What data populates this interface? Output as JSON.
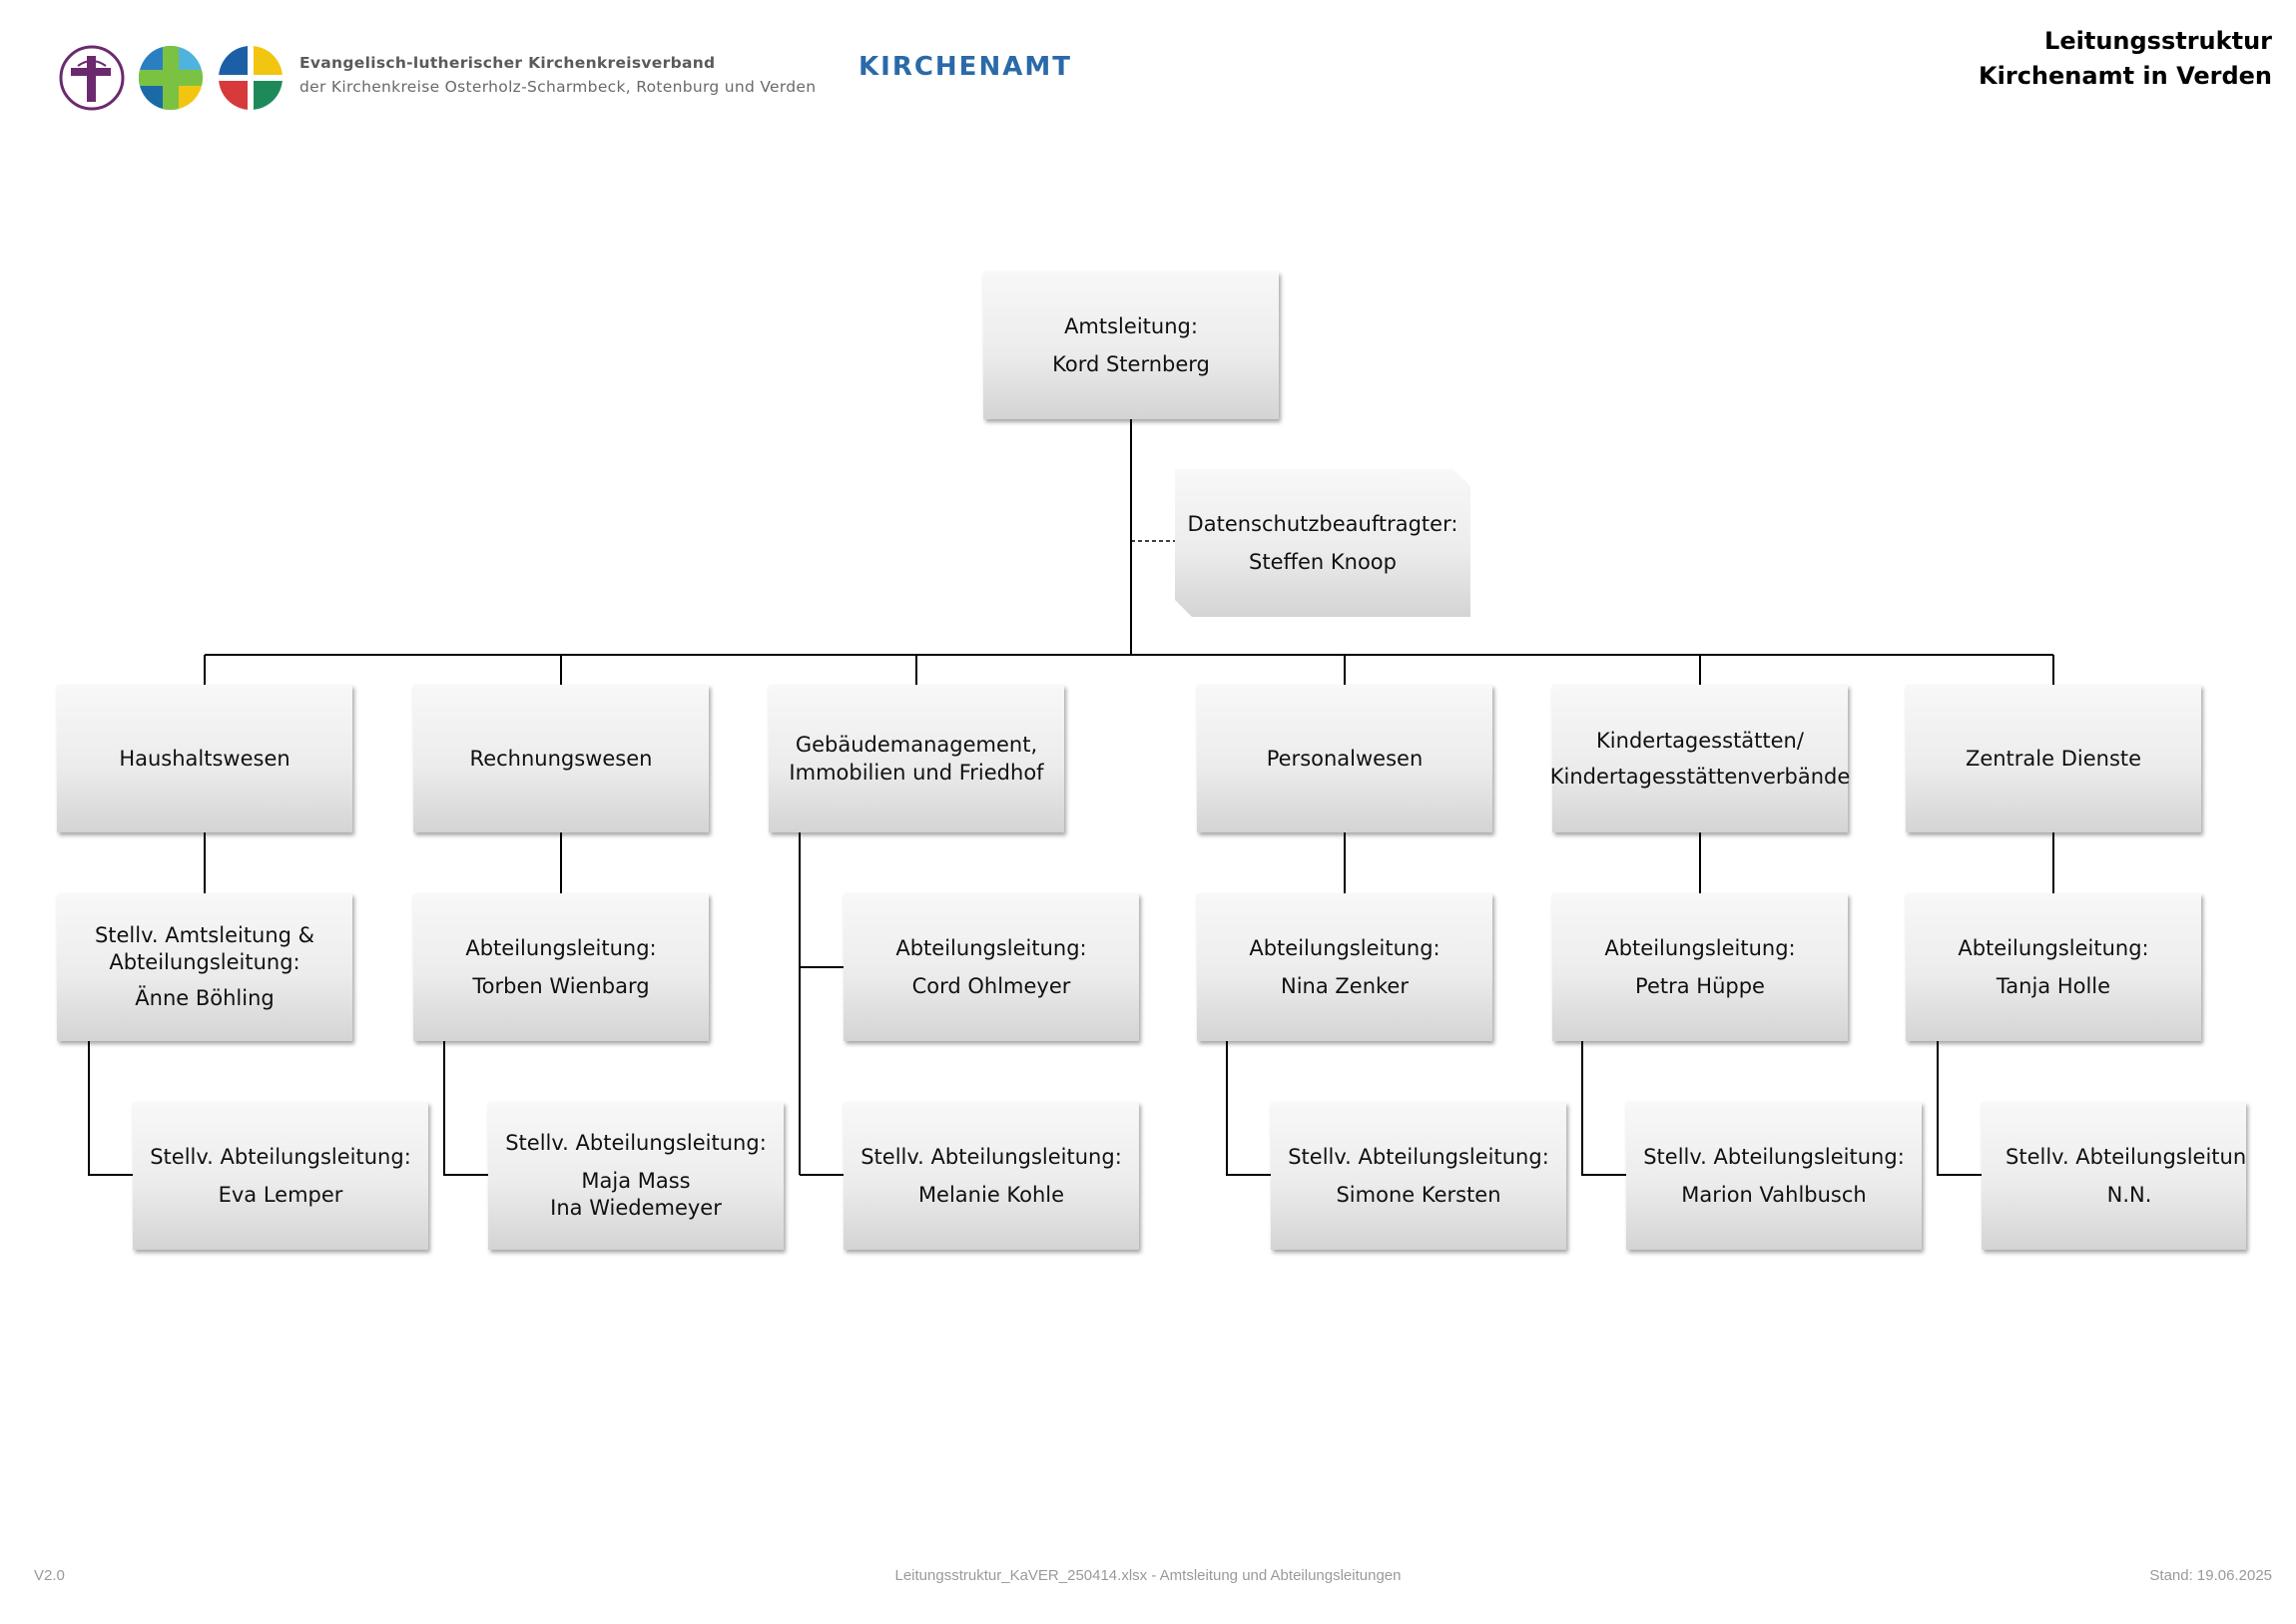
{
  "header": {
    "org_name_line1": "Evangelisch-lutherischer Kirchenkreisverband",
    "org_name_line2": "der Kirchenkreise Osterholz-Scharmbeck, Rotenburg und Verden",
    "brand": "KIRCHENAMT",
    "title_line1": "Leitungsstruktur",
    "title_line2": "Kirchenamt in Verden",
    "logo_icons": [
      "cross-circle-logo-icon",
      "green-cross-circle-logo-icon",
      "quadrant-circle-logo-icon"
    ]
  },
  "chart": {
    "root": {
      "label": "Amtsleitung:",
      "name": "Kord Sternberg"
    },
    "staff": {
      "label": "Datenschutzbeauftragter:",
      "name": "Steffen Knoop"
    },
    "departments": [
      {
        "title": "Haushaltswesen",
        "head": {
          "label_line1": "Stellv. Amtsleitung &",
          "label_line2": "Abteilungsleitung:",
          "name": "Änne Böhling"
        },
        "deputy": {
          "label": "Stellv. Abteilungsleitung:",
          "name": "Eva Lemper"
        }
      },
      {
        "title": "Rechnungswesen",
        "head": {
          "label": "Abteilungsleitung:",
          "name": "Torben Wienbarg"
        },
        "deputy": {
          "label": "Stellv. Abteilungsleitung:",
          "name1": "Maja Mass",
          "name2": "Ina Wiedemeyer"
        }
      },
      {
        "title_line1": "Gebäudemanagement,",
        "title_line2": "Immobilien und Friedhof",
        "head": {
          "label": "Abteilungsleitung:",
          "name": "Cord Ohlmeyer"
        },
        "deputy": {
          "label": "Stellv. Abteilungsleitung:",
          "name": "Melanie Kohle"
        }
      },
      {
        "title": "Personalwesen",
        "head": {
          "label": "Abteilungsleitung:",
          "name": "Nina Zenker"
        },
        "deputy": {
          "label": "Stellv. Abteilungsleitung:",
          "name": "Simone Kersten"
        }
      },
      {
        "title_line1": "Kindertagesstätten/",
        "title_line2": "Kindertagesstättenverbände",
        "head": {
          "label": "Abteilungsleitung:",
          "name": "Petra Hüppe"
        },
        "deputy": {
          "label": "Stellv. Abteilungsleitung:",
          "name": "Marion Vahlbusch"
        }
      },
      {
        "title": "Zentrale Dienste",
        "head": {
          "label": "Abteilungsleitung:",
          "name": "Tanja Holle"
        },
        "deputy": {
          "label": "Stellv. Abteilungsleitung:",
          "name": "N.N."
        }
      }
    ]
  },
  "footer": {
    "version": "V2.0",
    "source": "Leitungsstruktur_KaVER_250414.xlsx - Amtsleitung und Abteilungsleitungen",
    "date": "Stand: 19.06.2025"
  }
}
